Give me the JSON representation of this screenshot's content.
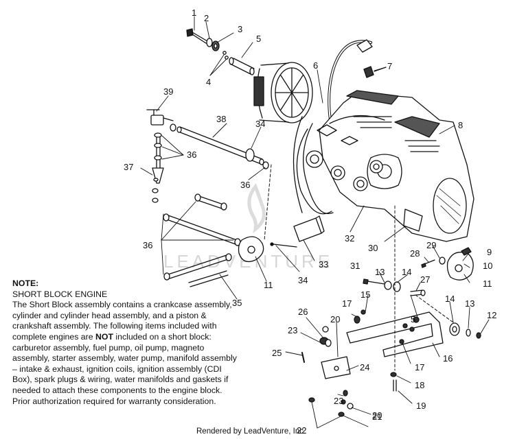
{
  "callouts": [
    "1",
    "2",
    "3",
    "4",
    "5",
    "6",
    "7",
    "8",
    "9",
    "10",
    "11",
    "12",
    "13",
    "14",
    "15",
    "16",
    "17",
    "18",
    "19",
    "20",
    "21",
    "22",
    "23",
    "24",
    "25",
    "26",
    "27",
    "28",
    "29",
    "30",
    "31",
    "32",
    "33",
    "34",
    "35",
    "36",
    "37",
    "38",
    "39"
  ],
  "note": {
    "heading": "NOTE:",
    "subheading": "SHORT BLOCK ENGINE",
    "body_part1": "The Short Block assembly contains a crankcase assembly, cylinder and cylinder head assembly, and a piston & crankshaft assembly.  The following items included with complete engines are ",
    "body_emphasis": "NOT",
    "body_part2": " included on a short block:  carburetor assembly, fuel pump, oil pump, magneto assembly, starter assembly, water pump, manifold assembly – intake & exhaust, ignition coils, ignition assembly (CDI Box), spark plugs & wiring, water manifolds and gaskets if needed to attach these components to the engine block.  Prior authorization required for warranty consideration."
  },
  "credit": "Rendered by LeadVenture, Inc.",
  "watermark": "LEADVENTURE",
  "colors": {
    "line": "#111111",
    "watermark": "#d6d6d6",
    "background": "#ffffff"
  }
}
